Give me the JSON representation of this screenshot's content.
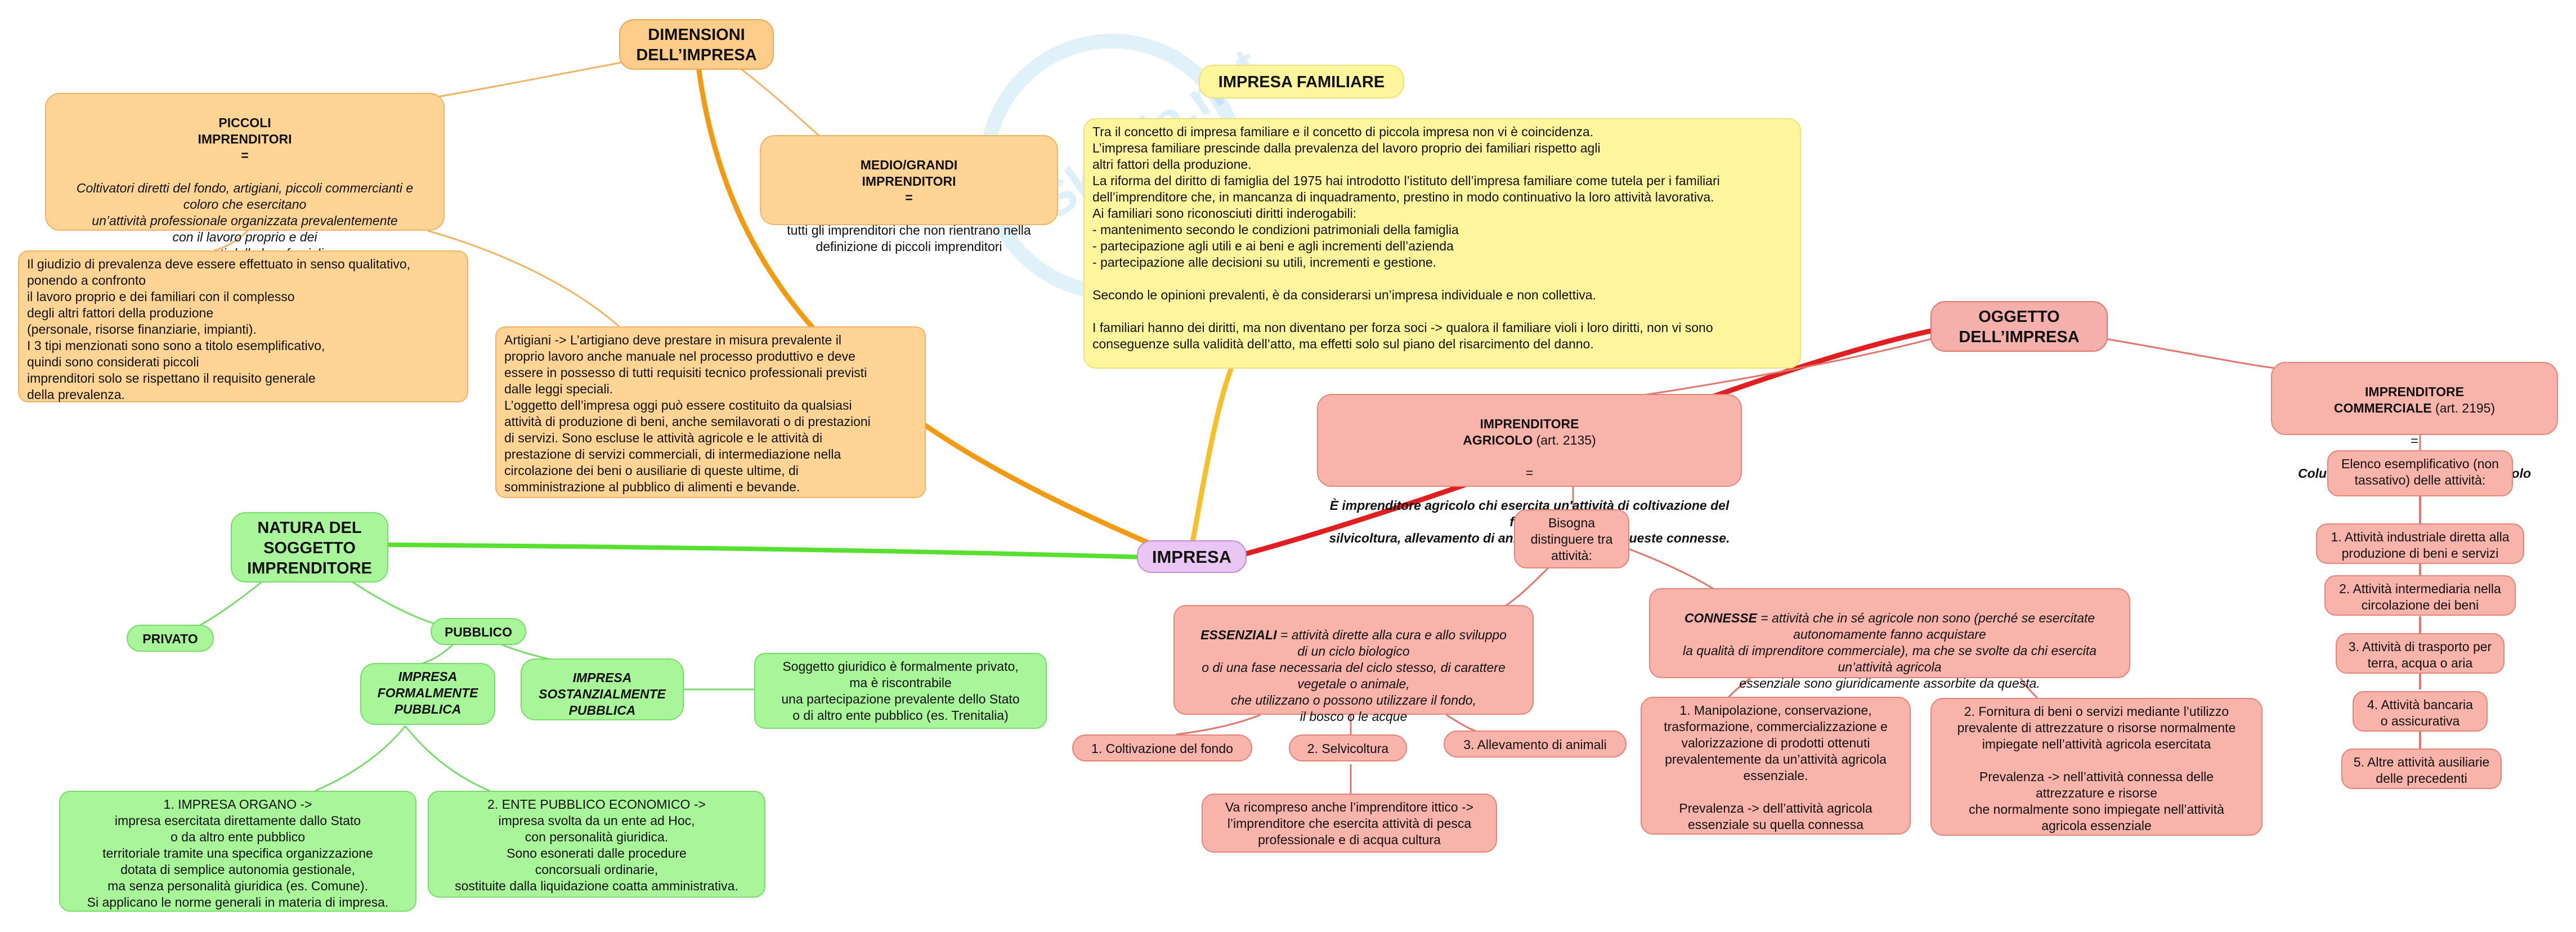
{
  "center": "IMPRESA",
  "dimensioni": {
    "title": "DIMENSIONI\nDELL’IMPRESA",
    "piccoli_head": "PICCOLI\nIMPRENDITORI\n=",
    "piccoli_body": "Coltivatori diretti del fondo, artigiani, piccoli commercianti e\ncoloro che esercitano\nun’attività professionale organizzata prevalentemente\ncon il lavoro proprio e dei\ncomponenti della loro famiglia",
    "medio_head": "MEDIO/GRANDI\nIMPRENDITORI\n=",
    "medio_body": "tutti gli imprenditori che non rientrano nella\ndefinizione di piccoli imprenditori",
    "prevalenza": "Il giudizio di prevalenza deve essere effettuato in senso qualitativo,\nponendo a confronto\nil lavoro proprio e dei familiari con il complesso\ndegli altri fattori della produzione\n(personale, risorse finanziarie, impianti).\nI 3 tipi menzionati sono sono a titolo esemplificativo,\nquindi sono considerati piccoli\nimprenditori solo se rispettano il requisito generale\ndella prevalenza.",
    "artigiani": "Artigiani -> L’artigiano deve prestare in misura prevalente il\nproprio lavoro anche manuale nel processo produttivo e deve\nessere in possesso di tutti requisiti tecnico professionali previsti\ndalle leggi speciali.\nL’oggetto dell’impresa oggi può essere costituito da qualsiasi\nattività di produzione di beni, anche semilavorati o di prestazioni\ndi servizi. Sono escluse le attività agricole e le attività di\nprestazione di servizi commerciali, di intermediazione nella\ncircolazione dei beni o ausiliarie di queste ultime, di\nsomministrazione al pubblico di alimenti e bevande."
  },
  "familiare": {
    "title": "IMPRESA FAMILIARE",
    "text": "Tra il concetto di impresa familiare e il concetto di piccola impresa non vi è coincidenza.\nL’impresa familiare prescinde dalla prevalenza del lavoro proprio dei familiari rispetto agli\naltri fattori della produzione.\nLa riforma del diritto di famiglia del 1975 hai introdotto l’istituto dell’impresa familiare come tutela per i familiari\ndell’imprenditore che, in mancanza di inquadramento, prestino in modo continuativo la loro attività lavorativa.\nAi familiari sono riconosciuti diritti inderogabili:\n- mantenimento secondo le condizioni patrimoniali della famiglia\n- partecipazione agli utili e ai beni e agli incrementi dell’azienda\n- partecipazione alle decisioni su utili, incrementi e gestione.\n\nSecondo le opinioni prevalenti, è da considerarsi un’impresa individuale e non collettiva.\n\nI familiari hanno dei diritti, ma non diventano per forza soci -> qualora il familiare violi i loro diritti, non vi sono\nconseguenze sulla validità dell’atto, ma effetti solo sul piano del risarcimento del danno."
  },
  "natura": {
    "title": "NATURA DEL\nSOGGETTO\nIMPRENDITORE",
    "privato": "PRIVATO",
    "pubblico": "PUBBLICO",
    "formale": "IMPRESA\nFORMALMENTE\nPUBBLICA",
    "sostanziale": "IMPRESA\nSOSTANZIALMENTE\nPUBBLICA",
    "soggetto": "Soggetto giuridico è formalmente privato,\nma è riscontrabile\nuna partecipazione prevalente dello Stato\no di altro ente pubblico (es. Trenitalia)",
    "organo": "1. IMPRESA ORGANO ->\nimpresa esercitata direttamente dallo Stato\no da altro ente pubblico\nterritoriale tramite una specifica organizzazione\ndotata di semplice autonomia gestionale,\nma senza personalità giuridica (es. Comune).\nSi applicano le norme generali in materia di impresa.",
    "ente": "2. ENTE PUBBLICO ECONOMICO ->\nimpresa svolta da un ente ad Hoc,\ncon personalità giuridica.\nSono esonerati dalle procedure\nconcorsuali ordinarie,\nsostituite dalla liquidazione coatta amministrativa."
  },
  "oggetto": {
    "title": "OGGETTO\nDELL’IMPRESA",
    "agricolo_head": "IMPRENDITORE\nAGRICOLO",
    "agricolo_art": " (art. 2135)",
    "agricolo_eq": "=",
    "agricolo_def": "È imprenditore agricolo chi esercita un'attività di coltivazione del fondo,\nsilvicoltura, allevamento di animali ed attività a queste connesse.",
    "bisogna": "Bisogna\ndistinguere tra\nattività:",
    "essenziali_label": "ESSENZIALI",
    "essenziali_text": " = attività dirette alla cura e allo sviluppo\ndi un ciclo biologico\no di una fase necessaria del ciclo stesso, di carattere\nvegetale o animale,\nche utilizzano o possono utilizzare il fondo,\nil bosco o le acque",
    "connesse_label": "CONNESSE",
    "connesse_text": " = attività che in sé agricole non sono (perché se esercitate\nautonomamente fanno acquistare\nla qualità di imprenditore commerciale), ma che se svolte da chi esercita\nun’attività agricola\nessenziale sono giuridicamente assorbite da questa.",
    "coltivazione": "1. Coltivazione del fondo",
    "selvicoltura": "2. Selvicoltura",
    "allevamento": "3. Allevamento di animali",
    "ittico": "Va ricompreso anche l’imprenditore ittico ->\nl’imprenditore che esercita attività di pesca\nprofessionale e di acqua cultura",
    "manipolazione": "1. Manipolazione, conservazione,\ntrasformazione, commercializzazione e\nvalorizzazione di prodotti ottenuti\nprevalentemente da un’attività agricola\nessenziale.\n\nPrevalenza -> dell’attività agricola\nessenziale su quella connessa",
    "fornitura": "2. Fornitura di beni o servizi mediante l’utilizzo\nprevalente di attrezzature o risorse normalmente\nimpiegate nell’attività agricola esercitata\n\nPrevalenza -> nell’attività connessa delle\nattrezzature e risorse\nche normalmente sono impiegate nell’attività\nagricola essenziale",
    "commerciale_head": "IMPRENDITORE\nCOMMERCIALE",
    "commerciale_art": " (art. 2195)",
    "commerciale_eq": "=",
    "commerciale_def": "Colui che non è imprenditore agricolo",
    "elenco": "Elenco esemplificativo (non\ntassativo) delle attività:",
    "att1": "1. Attività industriale diretta alla\nproduzione di beni e servizi",
    "att2": "2. Attività intermediaria nella\ncircolazione dei beni",
    "att3": "3. Attività di trasporto per\nterra, acqua o aria",
    "att4": "4. Attività bancaria\no assicurativa",
    "att5": "5. Altre attività ausiliarie\ndelle precedenti"
  },
  "colors": {
    "orange": "#ffd494",
    "yellow": "#fff59c",
    "pink": "#f8b3ab",
    "green": "#a8f59a",
    "violet": "#eac6f5",
    "link_orange": "#f29a12",
    "link_yellow": "#f5c02a",
    "link_red": "#e02020",
    "link_green": "#58e030"
  }
}
